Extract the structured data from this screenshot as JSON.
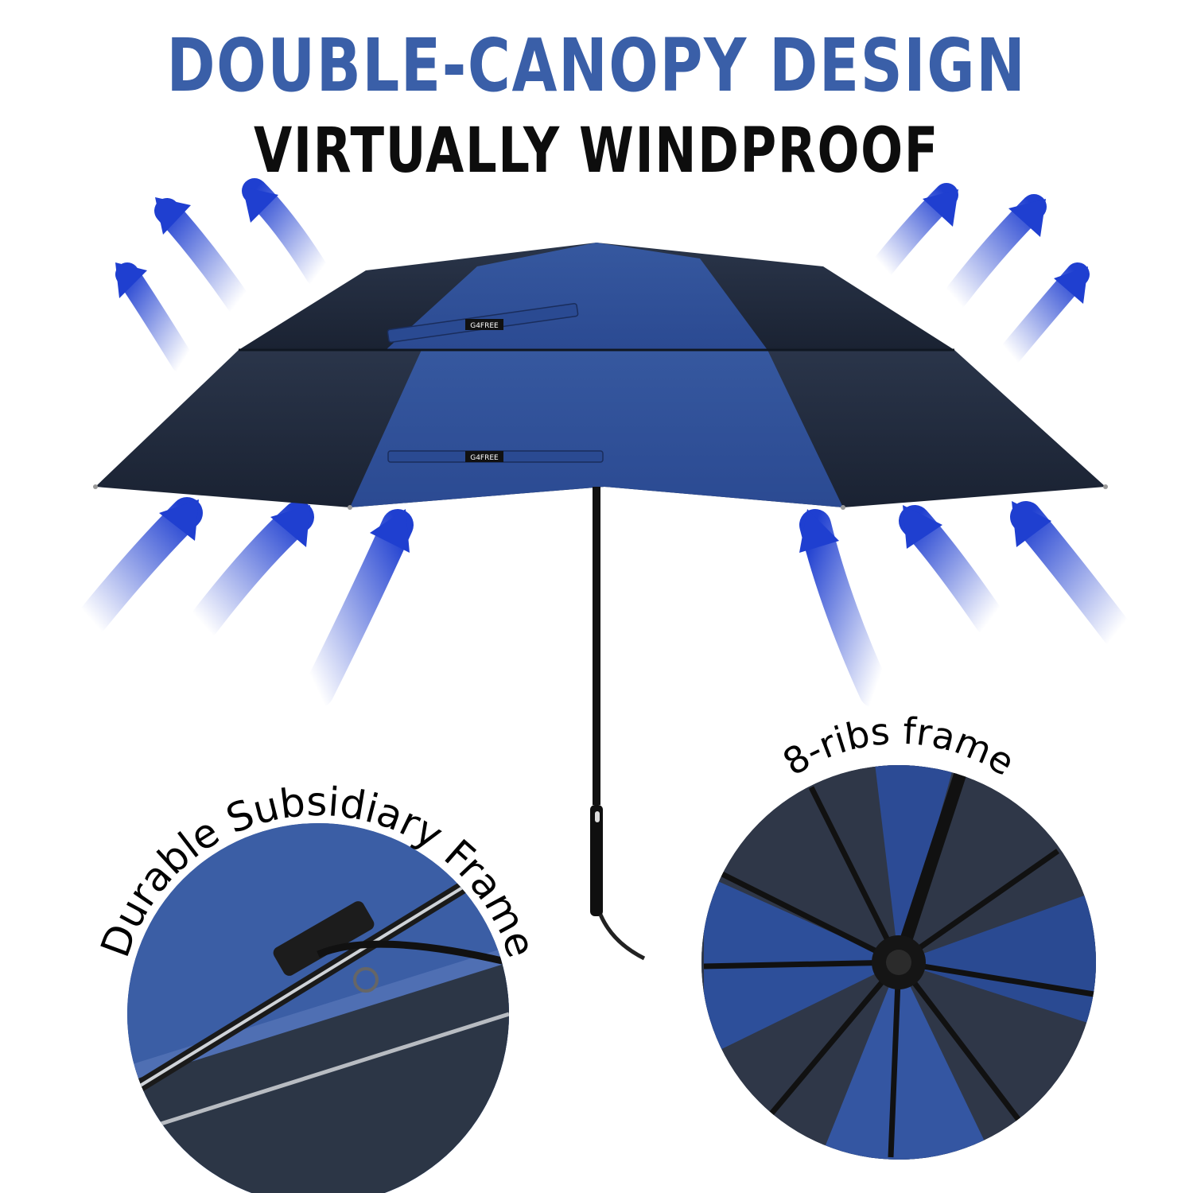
{
  "headline": "DOUBLE-CANOPY DESIGN",
  "subline": "VIRTUALLY WINDPROOF",
  "brand_mark": "G4FREE",
  "left_detail": {
    "label": "Durable Subsidiary Frame"
  },
  "right_detail": {
    "label": "8-ribs frame"
  },
  "colors": {
    "headline": "#3a5fa8",
    "subline": "#0d0d0d",
    "canopy_dark": "#1f2a3d",
    "canopy_blue": "#2f4f9a",
    "arrow": "#1f3fd0"
  }
}
